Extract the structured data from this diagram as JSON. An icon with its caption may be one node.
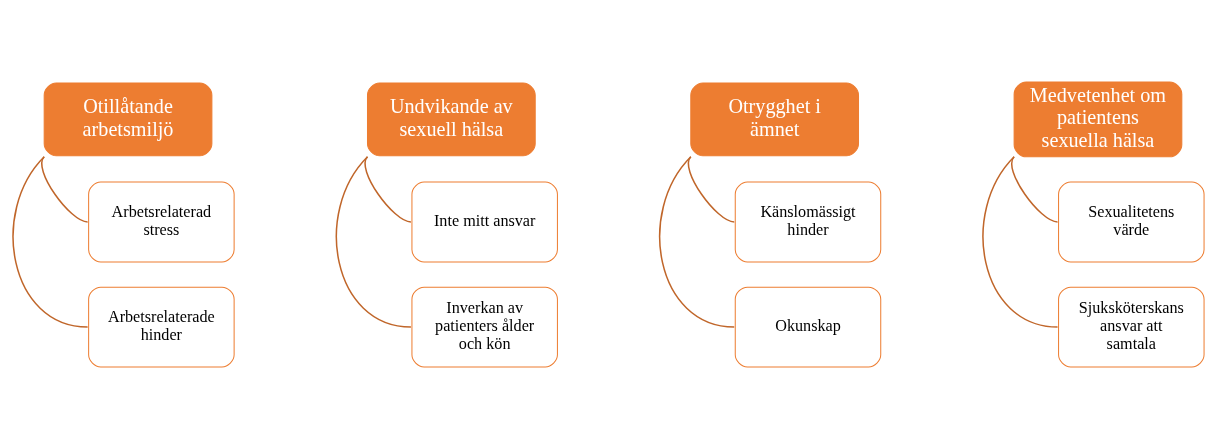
{
  "diagram": {
    "nodes": [
      {
        "text": [
          "Otillåtande arbetsmiljö"
        ]
      },
      {
        "text": [
          "Arbetsrelaterad stress"
        ]
      },
      {
        "text": [
          "Arbetsrelaterade hinder"
        ]
      },
      {
        "text": [
          "Undvikande av sexuell hälsa"
        ]
      },
      {
        "text": [
          "Inte mitt ansvar"
        ]
      },
      {
        "text": [
          "Inverkan av patienters ålder och kön"
        ]
      },
      {
        "text": [
          "Otrygghet i ämnet"
        ]
      },
      {
        "text": [
          "Känslomässigt hinder"
        ]
      },
      {
        "text": [
          "Okunskap"
        ]
      },
      {
        "text": [
          "Medvetenhet om patientens sexuella hälsa"
        ]
      },
      {
        "text": [
          "Sexualitetens värde"
        ]
      },
      {
        "text": [
          "Sjuksköterskans ansvar att samtala"
        ]
      }
    ],
    "edges": [
      {
        "from": 0,
        "to": 1,
        "arrow": "none"
      },
      {
        "from": 0,
        "to": 2,
        "arrow": "none"
      },
      {
        "from": 3,
        "to": 4,
        "arrow": "none"
      },
      {
        "from": 3,
        "to": 5,
        "arrow": "none"
      },
      {
        "from": 6,
        "to": 7,
        "arrow": "none"
      },
      {
        "from": 6,
        "to": 8,
        "arrow": "none"
      },
      {
        "from": 9,
        "to": 10,
        "arrow": "none"
      },
      {
        "from": 9,
        "to": 11,
        "arrow": "none"
      }
    ]
  }
}
